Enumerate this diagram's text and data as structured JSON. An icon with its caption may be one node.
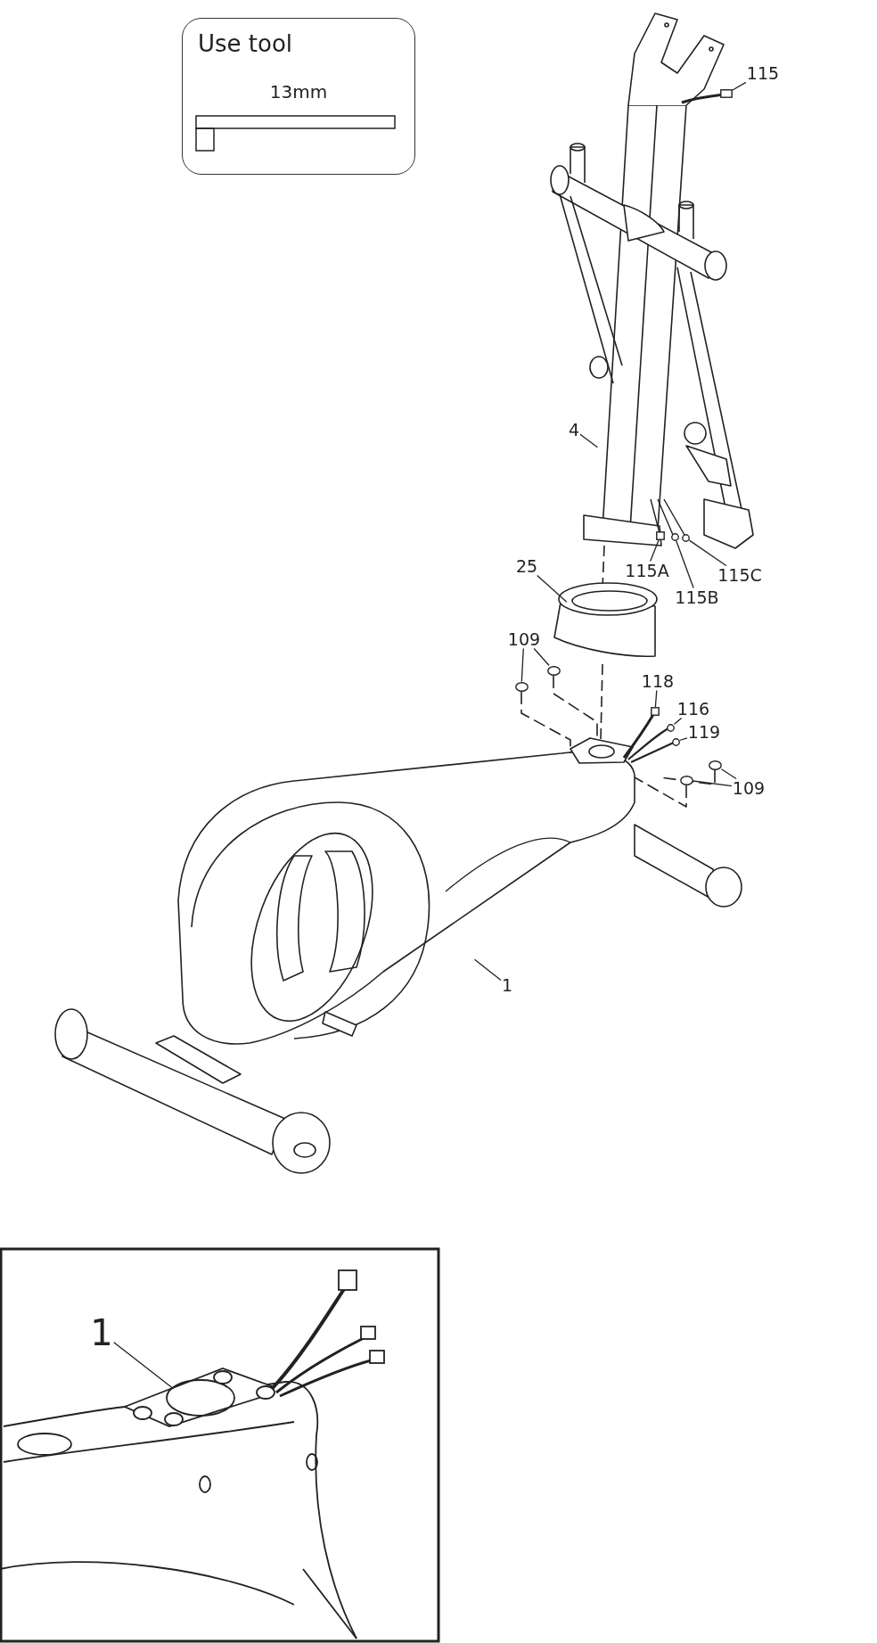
{
  "diagram": {
    "nodes": [
      {
        "text": [
          "Use tool",
          "13mm"
        ]
      },
      {
        "text": [
          "115"
        ]
      },
      {
        "text": [
          "4"
        ]
      },
      {
        "text": [
          "25"
        ]
      },
      {
        "text": [
          "115A"
        ]
      },
      {
        "text": [
          "115B"
        ]
      },
      {
        "text": [
          "115C"
        ]
      },
      {
        "text": [
          "109"
        ]
      },
      {
        "text": [
          "118"
        ]
      },
      {
        "text": [
          "116"
        ]
      },
      {
        "text": [
          "119"
        ]
      },
      {
        "text": [
          "109"
        ]
      },
      {
        "text": [
          "1"
        ]
      },
      {
        "text": [
          "1"
        ]
      },
      {
        "text": [],
        "shape": "box"
      },
      {
        "text": [],
        "shape": "box"
      },
      {
        "text": [],
        "shape": "circle"
      },
      {
        "text": [],
        "shape": "circle"
      },
      {
        "text": [],
        "shape": "circle"
      },
      {
        "text": [],
        "shape": "circle"
      },
      {
        "text": [],
        "shape": "box"
      },
      {
        "text": [],
        "shape": "circle"
      },
      {
        "text": [],
        "shape": "circle"
      },
      {
        "text": [],
        "shape": "circle"
      },
      {
        "text": [],
        "shape": "circle"
      }
    ],
    "edges": [
      {
        "from": 1,
        "to": 14,
        "arrow": "none"
      },
      {
        "from": 2,
        "to": null,
        "arrow": "none"
      },
      {
        "from": 3,
        "to": null,
        "arrow": "none"
      },
      {
        "from": 4,
        "to": 15,
        "arrow": "none"
      },
      {
        "from": 5,
        "to": 16,
        "arrow": "none"
      },
      {
        "from": 6,
        "to": 17,
        "arrow": "none"
      },
      {
        "from": 7,
        "to": 18,
        "arrow": "none"
      },
      {
        "from": 7,
        "to": 19,
        "arrow": "none"
      },
      {
        "from": 8,
        "to": 20,
        "arrow": "none"
      },
      {
        "from": 9,
        "to": 21,
        "arrow": "none"
      },
      {
        "from": 10,
        "to": 22,
        "arrow": "none"
      },
      {
        "from": 11,
        "to": 23,
        "arrow": "none"
      },
      {
        "from": 11,
        "to": 24,
        "arrow": "none"
      },
      {
        "from": 12,
        "to": null,
        "arrow": "none"
      },
      {
        "from": 13,
        "to": null,
        "arrow": "none"
      }
    ]
  }
}
